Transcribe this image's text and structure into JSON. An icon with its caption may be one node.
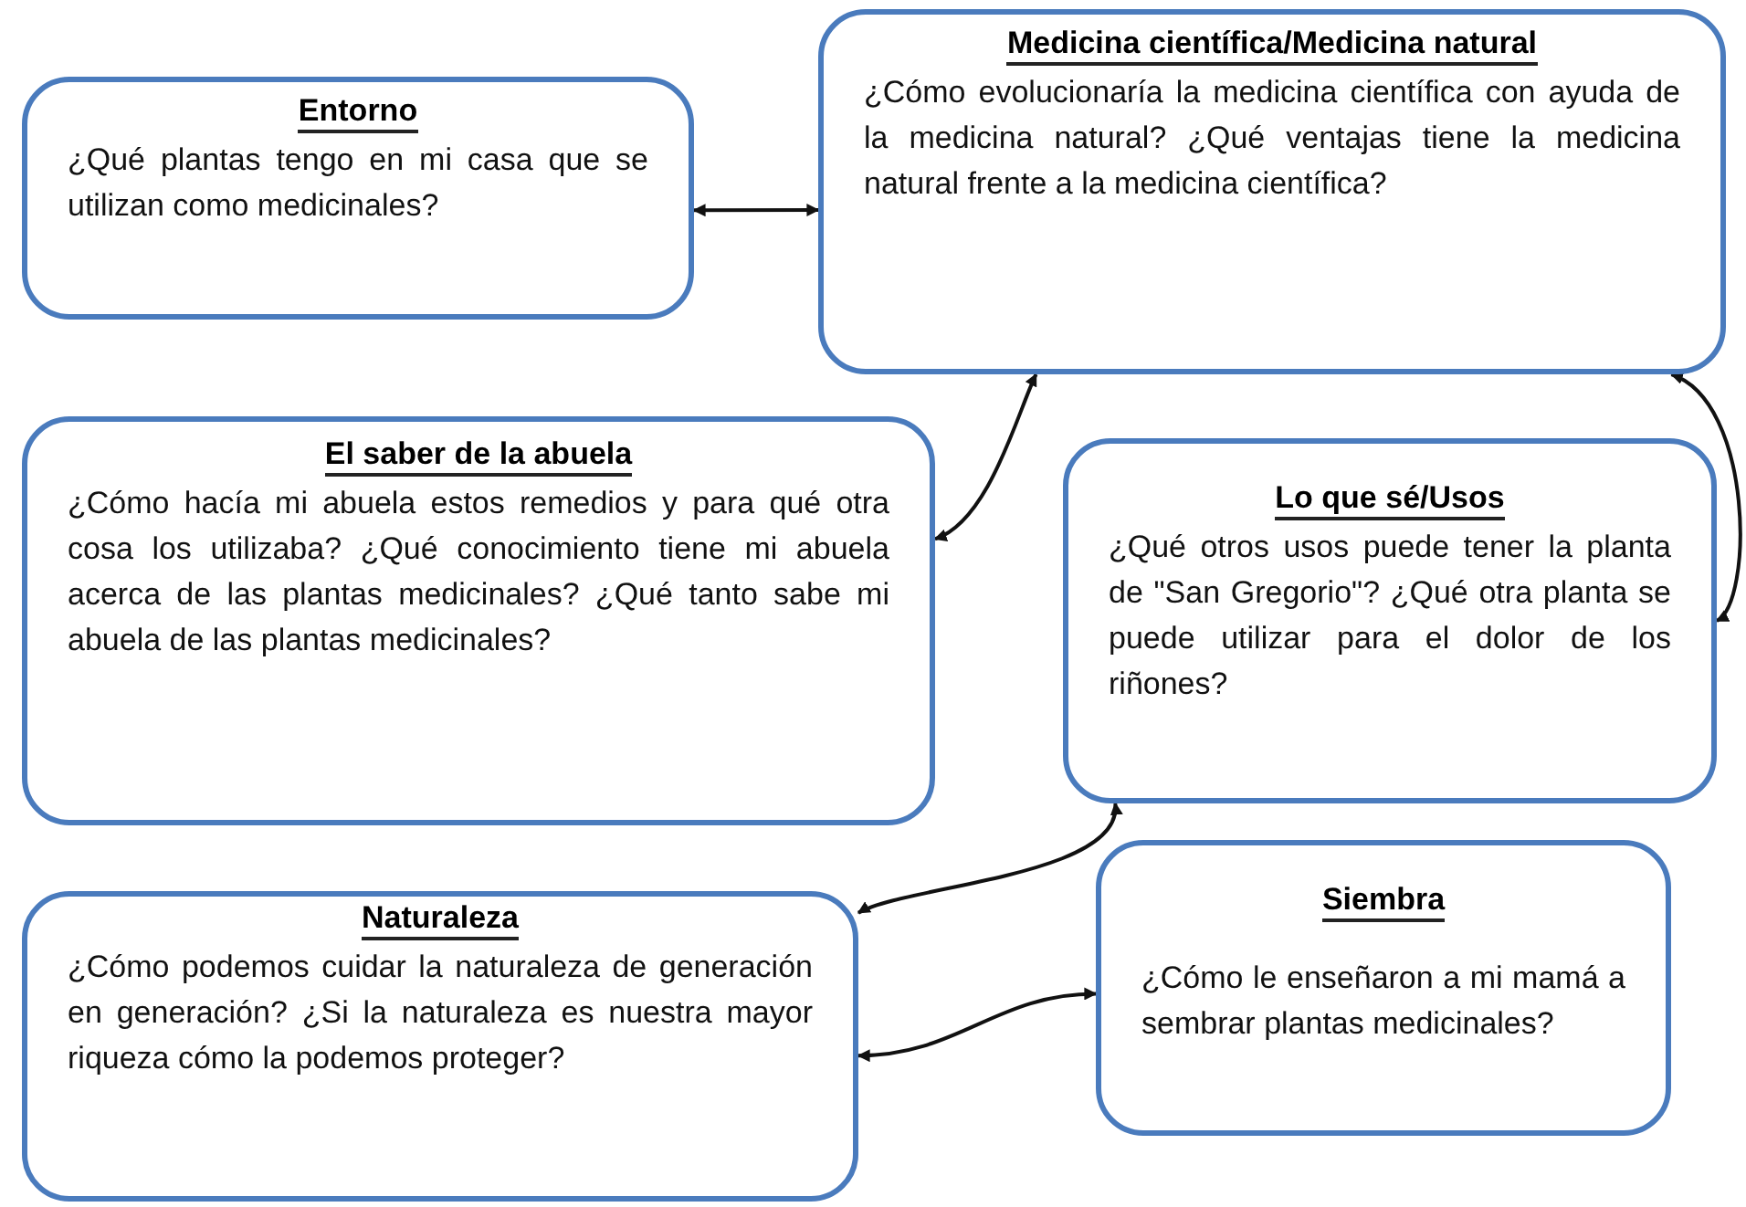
{
  "diagram": {
    "nodes": [
      {
        "text": [
          "Entorno",
          "¿Qué plantas tengo en mi casa que se utilizan como medicinales?"
        ]
      },
      {
        "text": [
          "Medicina científica/Medicina natural",
          "¿Cómo evolucionaría la medicina científica con ayuda de la medicina natural? ¿Qué ventajas tiene la medicina natural frente a la medicina científica?"
        ]
      },
      {
        "text": [
          "El saber de la abuela",
          "¿Cómo hacía mi abuela estos remedios y para qué otra cosa los utilizaba? ¿Qué conocimiento tiene mi abuela acerca de las plantas medicinales? ¿Qué tanto sabe mi abuela de las plantas medicinales?"
        ]
      },
      {
        "text": [
          "Lo que sé/Usos",
          "¿Qué otros usos puede tener la planta de \"San Gregorio\"? ¿Qué otra planta se puede utilizar para el dolor de los riñones?"
        ]
      },
      {
        "text": [
          "Naturaleza",
          "¿Cómo podemos cuidar la naturaleza de generación en generación? ¿Si la naturaleza es nuestra mayor riqueza cómo la podemos proteger?"
        ]
      },
      {
        "text": [
          "Siembra",
          "¿Cómo le enseñaron a mi mamá a sembrar plantas medicinales?"
        ]
      }
    ],
    "edges": [
      {
        "from": 0,
        "to": 1,
        "arrow": "both"
      },
      {
        "from": 1,
        "to": 2,
        "arrow": "both"
      },
      {
        "from": 1,
        "to": 3,
        "arrow": "both"
      },
      {
        "from": 3,
        "to": 4,
        "arrow": "both"
      },
      {
        "from": 4,
        "to": 5,
        "arrow": "both"
      }
    ]
  }
}
